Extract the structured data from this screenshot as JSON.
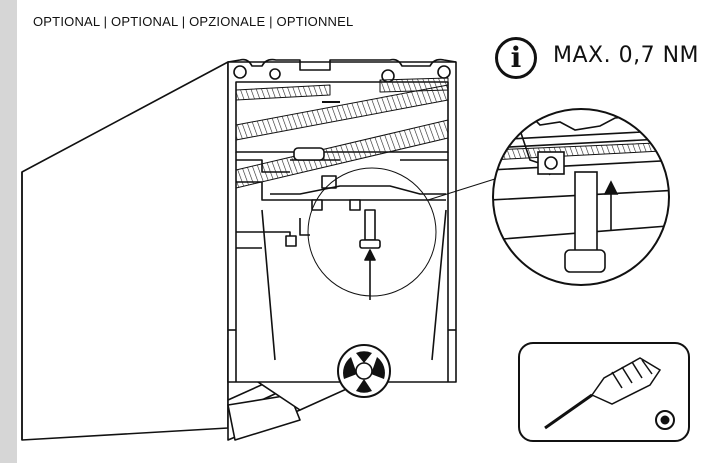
{
  "header": {
    "text": "OPTIONAL | OPTIONAL | OPZIONALE | OPTIONNEL"
  },
  "note": {
    "icon": "info-icon",
    "icon_glyph": "i",
    "text": "MAX. 0,7 NM"
  },
  "icons": {
    "profile": "profile-section-icon",
    "detail": "screw-detail-icon",
    "bit": "torx-bit-icon",
    "tool": "screwdriver-icon"
  }
}
